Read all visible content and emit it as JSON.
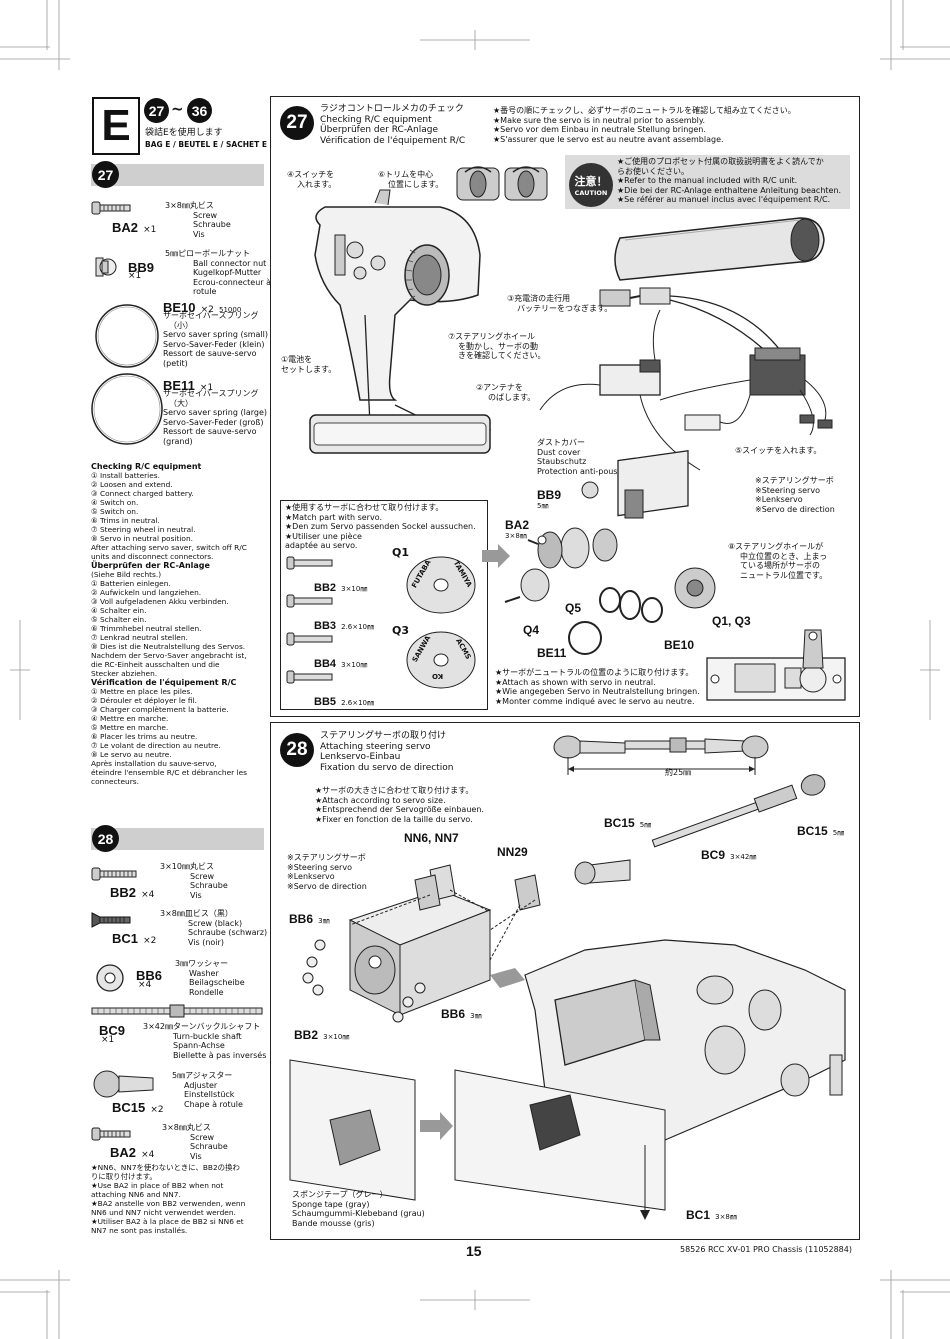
{
  "bag": {
    "letter": "E",
    "steps_from": "27",
    "steps_to": "36",
    "tilde": "~",
    "line_jp": "袋詰Eを使用します",
    "line_multi": "BAG E / BEUTEL E / SACHET E"
  },
  "parts27": {
    "step": "27",
    "ba2": {
      "code": "BA2",
      "qty": "×1",
      "lines": [
        "3×8㎜丸ビス",
        "Screw",
        "Schraube",
        "Vis"
      ]
    },
    "bb9": {
      "code": "BB9",
      "qty": "×1",
      "lines": [
        "5㎜ピローボールナット",
        "Ball connector nut",
        "Kugelkopf-Mutter",
        "Ecrou-connecteur à",
        "rotule"
      ]
    },
    "be10": {
      "code": "BE10",
      "qty": "×2",
      "num": "51000",
      "lines": [
        "サーボセイバースプリング",
        "（小）",
        "Servo saver spring (small)",
        "Servo-Saver-Feder (klein)",
        "Ressort de sauve-servo",
        "(petit)"
      ]
    },
    "be11": {
      "code": "BE11",
      "qty": "×1",
      "lines": [
        "サーボセイバースプリング",
        "（大）",
        "Servo saver spring (large)",
        "Servo-Saver-Feder (groß)",
        "Ressort de sauve-servo",
        "(grand)"
      ]
    }
  },
  "checking": {
    "en_title": "Checking R/C equipment",
    "en": [
      "① Install batteries.",
      "② Loosen and extend.",
      "③ Connect charged battery.",
      "④ Switch on.",
      "⑤ Switch on.",
      "⑥ Trims in neutral.",
      "⑦ Steering wheel in neutral.",
      "⑧ Servo in neutral position.",
      "After attaching servo saver, switch off R/C",
      "units and disconnect connectors."
    ],
    "de_title": "Überprüfen der RC-Anlage",
    "de": [
      "(Siehe Bild rechts.)",
      "① Batterien einlegen.",
      "② Aufwickeln und langziehen.",
      "③ Voll aufgeladenen Akku verbinden.",
      "④ Schalter ein.",
      "⑤ Schalter ein.",
      "⑥ Trimmhebel neutral stellen.",
      "⑦ Lenkrad neutral stellen.",
      "⑧ Dies ist die Neutralstellung des Servos.",
      "Nachdem der Servo-Saver angebracht ist,",
      "die RC-Einheit ausschalten und die",
      "Stecker abziehen."
    ],
    "fr_title": "Vérification de l'équipement R/C",
    "fr": [
      "① Mettre en place les piles.",
      "② Dérouler et déployer le fil.",
      "③ Charger complètement la batterie.",
      "④ Mettre en marche.",
      "⑤ Mettre en marche.",
      "⑥ Placer les trims au neutre.",
      "⑦ Le volant de direction au neutre.",
      "⑧ Le servo au neutre.",
      "Après installation du sauve-servo,",
      "éteindre l'ensemble R/C et débrancher les",
      "connecteurs."
    ]
  },
  "parts28": {
    "step": "28",
    "bb2": {
      "code": "BB2",
      "qty": "×4",
      "lines": [
        "3×10㎜丸ビス",
        "Screw",
        "Schraube",
        "Vis"
      ]
    },
    "bc1": {
      "code": "BC1",
      "qty": "×2",
      "lines": [
        "3×8㎜皿ビス（黒）",
        "Screw (black)",
        "Schraube (schwarz)",
        "Vis (noir)"
      ]
    },
    "bb6": {
      "code": "BB6",
      "qty": "×4",
      "lines": [
        "3㎜ワッシャー",
        "Washer",
        "Beilagscheibe",
        "Rondelle"
      ]
    },
    "bc9": {
      "code": "BC9",
      "qty": "×1",
      "lines": [
        "3×42㎜ターンバックルシャフト",
        "Turn-buckle shaft",
        "Spann-Achse",
        "Biellette à pas inversés"
      ]
    },
    "bc15": {
      "code": "BC15",
      "qty": "×2",
      "lines": [
        "5㎜アジャスター",
        "Adjuster",
        "Einstellstück",
        "Chape à rotule"
      ]
    },
    "ba2": {
      "code": "BA2",
      "qty": "×4",
      "lines": [
        "3×8㎜丸ビス",
        "Screw",
        "Schraube",
        "Vis"
      ]
    },
    "notes": [
      "★NN6、NN7を使わないときに、BB2の換わ",
      "りに取り付けます。",
      "★Use BA2 in place of BB2 when not",
      "attaching NN6 and NN7.",
      "★BA2 anstelle von BB2 verwenden, wenn",
      "NN6 und NN7 nicht verwendet werden.",
      "★Utiliser BA2 à la place de BB2 si NN6 et",
      "NN7 ne sont pas installés."
    ]
  },
  "step27": {
    "num": "27",
    "titles": [
      "ラジオコントロールメカのチェック",
      "Checking R/C equipment",
      "Überprüfen der RC-Anlage",
      "Vérification de l'équipement R/C"
    ],
    "notes_top": [
      "★番号の順にチェックし、必ずサーボのニュートラルを確認して組み立てください。",
      "★Make sure the servo is in neutral prior to assembly.",
      "★Servo vor dem Einbau in neutrale Stellung bringen.",
      "★S'assurer que le servo est au neutre avant assemblage."
    ],
    "caution_badge_jp": "注意！",
    "caution_badge_en": "CAUTION",
    "caution": [
      "★ご使用のプロポセット付属の取扱説明書をよく読んでか",
      "らお使いください。",
      "★Refer to the manual included with R/C unit.",
      "★Die bei der RC-Anlage enthaltene Anleitung beachten.",
      "★Se référer au manuel inclus avec l'équipement R/C."
    ],
    "callouts": {
      "c4": [
        "④スイッチを",
        "入れます。"
      ],
      "c6": [
        "⑥トリムを中心",
        "位置にします。"
      ],
      "c3": [
        "③充電済の走行用",
        "バッテリーをつなぎます。"
      ],
      "c7": [
        "⑦ステアリングホイール",
        "を動かし、サーボの動",
        "きを確認してください。"
      ],
      "c1": [
        "①電池を",
        "セットします。"
      ],
      "c2": [
        "②アンテナを",
        "のばします。"
      ],
      "c5": "⑤スイッチを入れます。",
      "dust": [
        "ダストカバー",
        "Dust cover",
        "Staubschutz",
        "Protection anti-poussière"
      ],
      "servo": [
        "※ステアリングサーボ",
        "※Steering servo",
        "※Lenkservo",
        "※Servo de direction"
      ],
      "c8": [
        "⑧ステアリングホイールが",
        "中立位置のとき、上まっ",
        "ている場所がサーボの",
        "ニュートラル位置です。"
      ]
    },
    "match_notes": [
      "★使用するサーボに合わせて取り付けます。",
      "★Match part with servo.",
      "★Den zum Servo passenden Sockel aussuchen.",
      "★Utiliser une pièce",
      "adaptée au servo."
    ],
    "q1": "Q1",
    "q3": "Q3",
    "futaba": "FUTABA",
    "tamiya": "TAMIYA",
    "sanwa": "SANWA",
    "acms": "ACMS",
    "ko": "KO",
    "screws": [
      {
        "code": "BB2",
        "size": "3×10㎜"
      },
      {
        "code": "BB3",
        "size": "2.6×10㎜"
      },
      {
        "code": "BB4",
        "size": "3×10㎜"
      },
      {
        "code": "BB5",
        "size": "2.6×10㎜"
      }
    ],
    "labels": {
      "bb9": "BB9",
      "bb9s": "5㎜",
      "ba2": "BA2",
      "ba2s": "3×8㎜",
      "q5": "Q5",
      "q4": "Q4",
      "q13": "Q1, Q3",
      "be11": "BE11",
      "be10": "BE10"
    },
    "neutral_notes": [
      "★サーボがニュートラルの位置のように取り付けます。",
      "★Attach as shown with servo in neutral.",
      "★Wie angegeben Servo in Neutralstellung bringen.",
      "★Monter comme indiqué avec le servo au neutre."
    ]
  },
  "step28": {
    "num": "28",
    "titles": [
      "ステアリングサーボの取り付け",
      "Attaching steering servo",
      "Lenkservo-Einbau",
      "Fixation du servo de direction"
    ],
    "notes": [
      "★サーボの大きさに合わせて取り付けます。",
      "★Attach according to servo size.",
      "★Entsprechend der Servogröße einbauen.",
      "★Fixer en fonction de la taille du servo."
    ],
    "length": "約25㎜",
    "labels": {
      "bc15a": "BC15",
      "bc15as": "5㎜",
      "bc15b": "BC15",
      "bc15bs": "5㎜",
      "bc9": "BC9",
      "bc9s": "3×42㎜",
      "nn": "NN6, NN7",
      "nn29": "NN29",
      "bb6": "BB6",
      "bb6s": "3㎜",
      "bb6b": "BB6",
      "bb6bs": "3㎜",
      "bb2": "BB2",
      "bb2s": "3×10㎜",
      "bc1": "BC1",
      "bc1s": "3×8㎜"
    },
    "servo": [
      "※ステアリングサーボ",
      "※Steering servo",
      "※Lenkservo",
      "※Servo de direction"
    ],
    "sponge": [
      "スポンジテープ（グレー）",
      "Sponge tape (gray)",
      "Schaumgummi-Klebeband (grau)",
      "Bande mousse (gris)"
    ]
  },
  "footer": {
    "page": "15",
    "ref": "58526  RCC XV-01 PRO Chassis (11052884)"
  }
}
